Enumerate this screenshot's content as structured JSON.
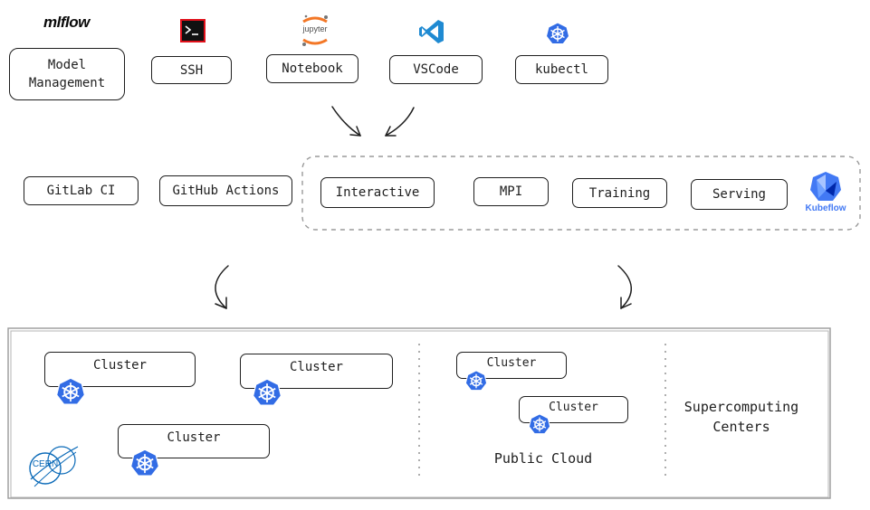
{
  "tools": {
    "mlflow_logo": "mlflow",
    "jupyter_logo": "jupyter",
    "model_management": "Model\nManagement",
    "ssh": "SSH",
    "notebook": "Notebook",
    "vscode": "VSCode",
    "kubectl": "kubectl"
  },
  "ci": {
    "gitlab": "GitLab CI",
    "github": "GitHub Actions"
  },
  "kubeflow": {
    "interactive": "Interactive",
    "mpi": "MPI",
    "training": "Training",
    "serving": "Serving",
    "logo_text": "Kubeflow"
  },
  "infra": {
    "cluster_label": "Cluster",
    "cern_logo": "CERN",
    "public_cloud": "Public Cloud",
    "supercomputing": "Supercomputing\nCenters"
  },
  "colors": {
    "stroke": "#1e1e1e",
    "kubernetes_blue": "#326ce5",
    "vscode_blue": "#1f8ad2",
    "jupyter_orange": "#f37726",
    "terminal_red": "#e0101a",
    "cern_blue": "#0b6ab8",
    "kubeflow_blue": "#4279f4",
    "dash": "#9a9a9a"
  }
}
